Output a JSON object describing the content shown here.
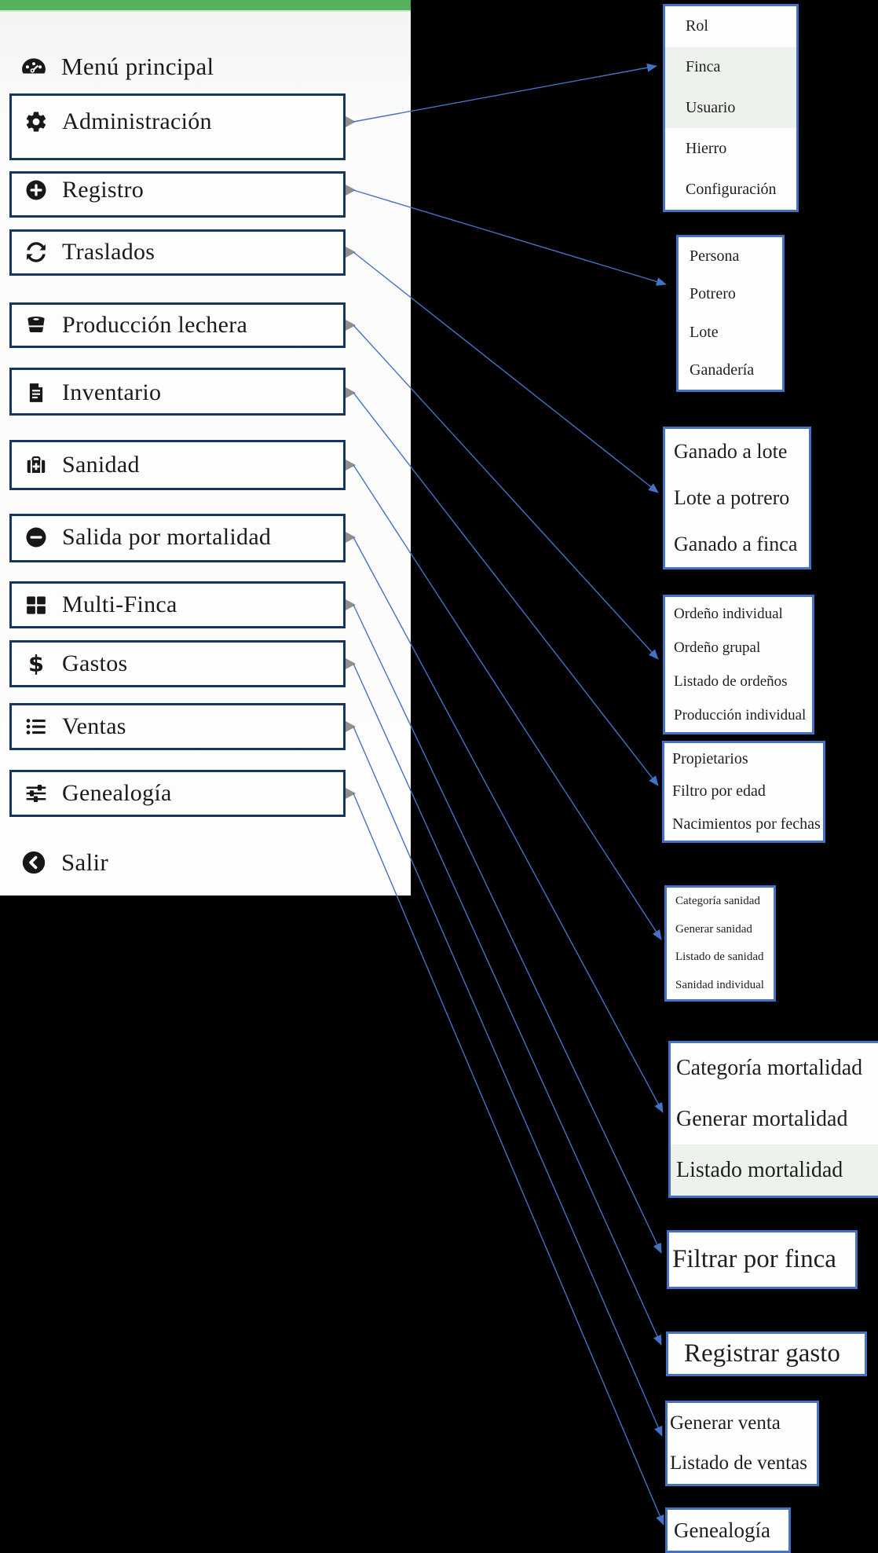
{
  "sidebar": {
    "header": {
      "label": "Menú principal",
      "icon": "dashboard-icon"
    },
    "items": [
      {
        "id": "administracion",
        "label": "Administración",
        "icon": "gear-icon"
      },
      {
        "id": "registro",
        "label": "Registro",
        "icon": "plus-circle-icon"
      },
      {
        "id": "traslados",
        "label": "Traslados",
        "icon": "sync-icon"
      },
      {
        "id": "produccion-lechera",
        "label": "Producción lechera",
        "icon": "milk-bucket-icon"
      },
      {
        "id": "inventario",
        "label": "Inventario",
        "icon": "document-icon"
      },
      {
        "id": "sanidad",
        "label": "Sanidad",
        "icon": "medkit-icon"
      },
      {
        "id": "salida-mortalidad",
        "label": "Salida por mortalidad",
        "icon": "minus-circle-icon"
      },
      {
        "id": "multi-finca",
        "label": "Multi-Finca",
        "icon": "grid-icon"
      },
      {
        "id": "gastos",
        "label": "Gastos",
        "icon": "dollar-icon"
      },
      {
        "id": "ventas",
        "label": "Ventas",
        "icon": "list-icon"
      },
      {
        "id": "genealogia",
        "label": "Genealogía",
        "icon": "sliders-icon"
      }
    ],
    "footer": {
      "label": "Salir",
      "icon": "back-icon"
    }
  },
  "submenus": [
    {
      "id": "administracion-sub",
      "parent": "administracion",
      "items": [
        {
          "label": "Rol"
        },
        {
          "label": "Finca",
          "tint": true
        },
        {
          "label": "Usuario",
          "tint": true
        },
        {
          "label": "Hierro"
        },
        {
          "label": "Configuración"
        }
      ]
    },
    {
      "id": "registro-sub",
      "parent": "registro",
      "items": [
        {
          "label": "Persona"
        },
        {
          "label": "Potrero"
        },
        {
          "label": "Lote"
        },
        {
          "label": "Ganadería"
        }
      ]
    },
    {
      "id": "traslados-sub",
      "parent": "traslados",
      "items": [
        {
          "label": "Ganado a lote"
        },
        {
          "label": "Lote a potrero"
        },
        {
          "label": "Ganado a finca"
        }
      ]
    },
    {
      "id": "produccion-sub",
      "parent": "produccion-lechera",
      "items": [
        {
          "label": "Ordeño individual"
        },
        {
          "label": "Ordeño grupal"
        },
        {
          "label": "Listado de ordeños"
        },
        {
          "label": "Producción individual"
        }
      ]
    },
    {
      "id": "inventario-sub",
      "parent": "inventario",
      "items": [
        {
          "label": "Propietarios"
        },
        {
          "label": "Filtro por edad"
        },
        {
          "label": "Nacimientos por fechas"
        }
      ]
    },
    {
      "id": "sanidad-sub",
      "parent": "sanidad",
      "items": [
        {
          "label": "Categoría sanidad"
        },
        {
          "label": "Generar sanidad"
        },
        {
          "label": "Listado de sanidad"
        },
        {
          "label": "Sanidad individual"
        }
      ]
    },
    {
      "id": "mortalidad-sub",
      "parent": "salida-mortalidad",
      "items": [
        {
          "label": "Categoría mortalidad"
        },
        {
          "label": "Generar mortalidad"
        },
        {
          "label": "Listado mortalidad",
          "tint": true
        }
      ]
    },
    {
      "id": "multi-finca-sub",
      "parent": "multi-finca",
      "items": [
        {
          "label": "Filtrar por finca"
        }
      ]
    },
    {
      "id": "gastos-sub",
      "parent": "gastos",
      "items": [
        {
          "label": "Registrar gasto"
        }
      ]
    },
    {
      "id": "ventas-sub",
      "parent": "ventas",
      "items": [
        {
          "label": "Generar venta"
        },
        {
          "label": "Listado de ventas"
        }
      ]
    },
    {
      "id": "genealogia-sub",
      "parent": "genealogia",
      "items": [
        {
          "label": "Genealogía"
        }
      ]
    }
  ],
  "colors": {
    "accent_green": "#56b15c",
    "accent_green_light": "#cfe9d0",
    "menu_border_navy": "#17365d",
    "submenu_border_blue": "#4472c4",
    "connector_blue": "#4472c4",
    "connector_source_grey": "#8f8f8f",
    "tint_green_row": "#edf3ec"
  }
}
